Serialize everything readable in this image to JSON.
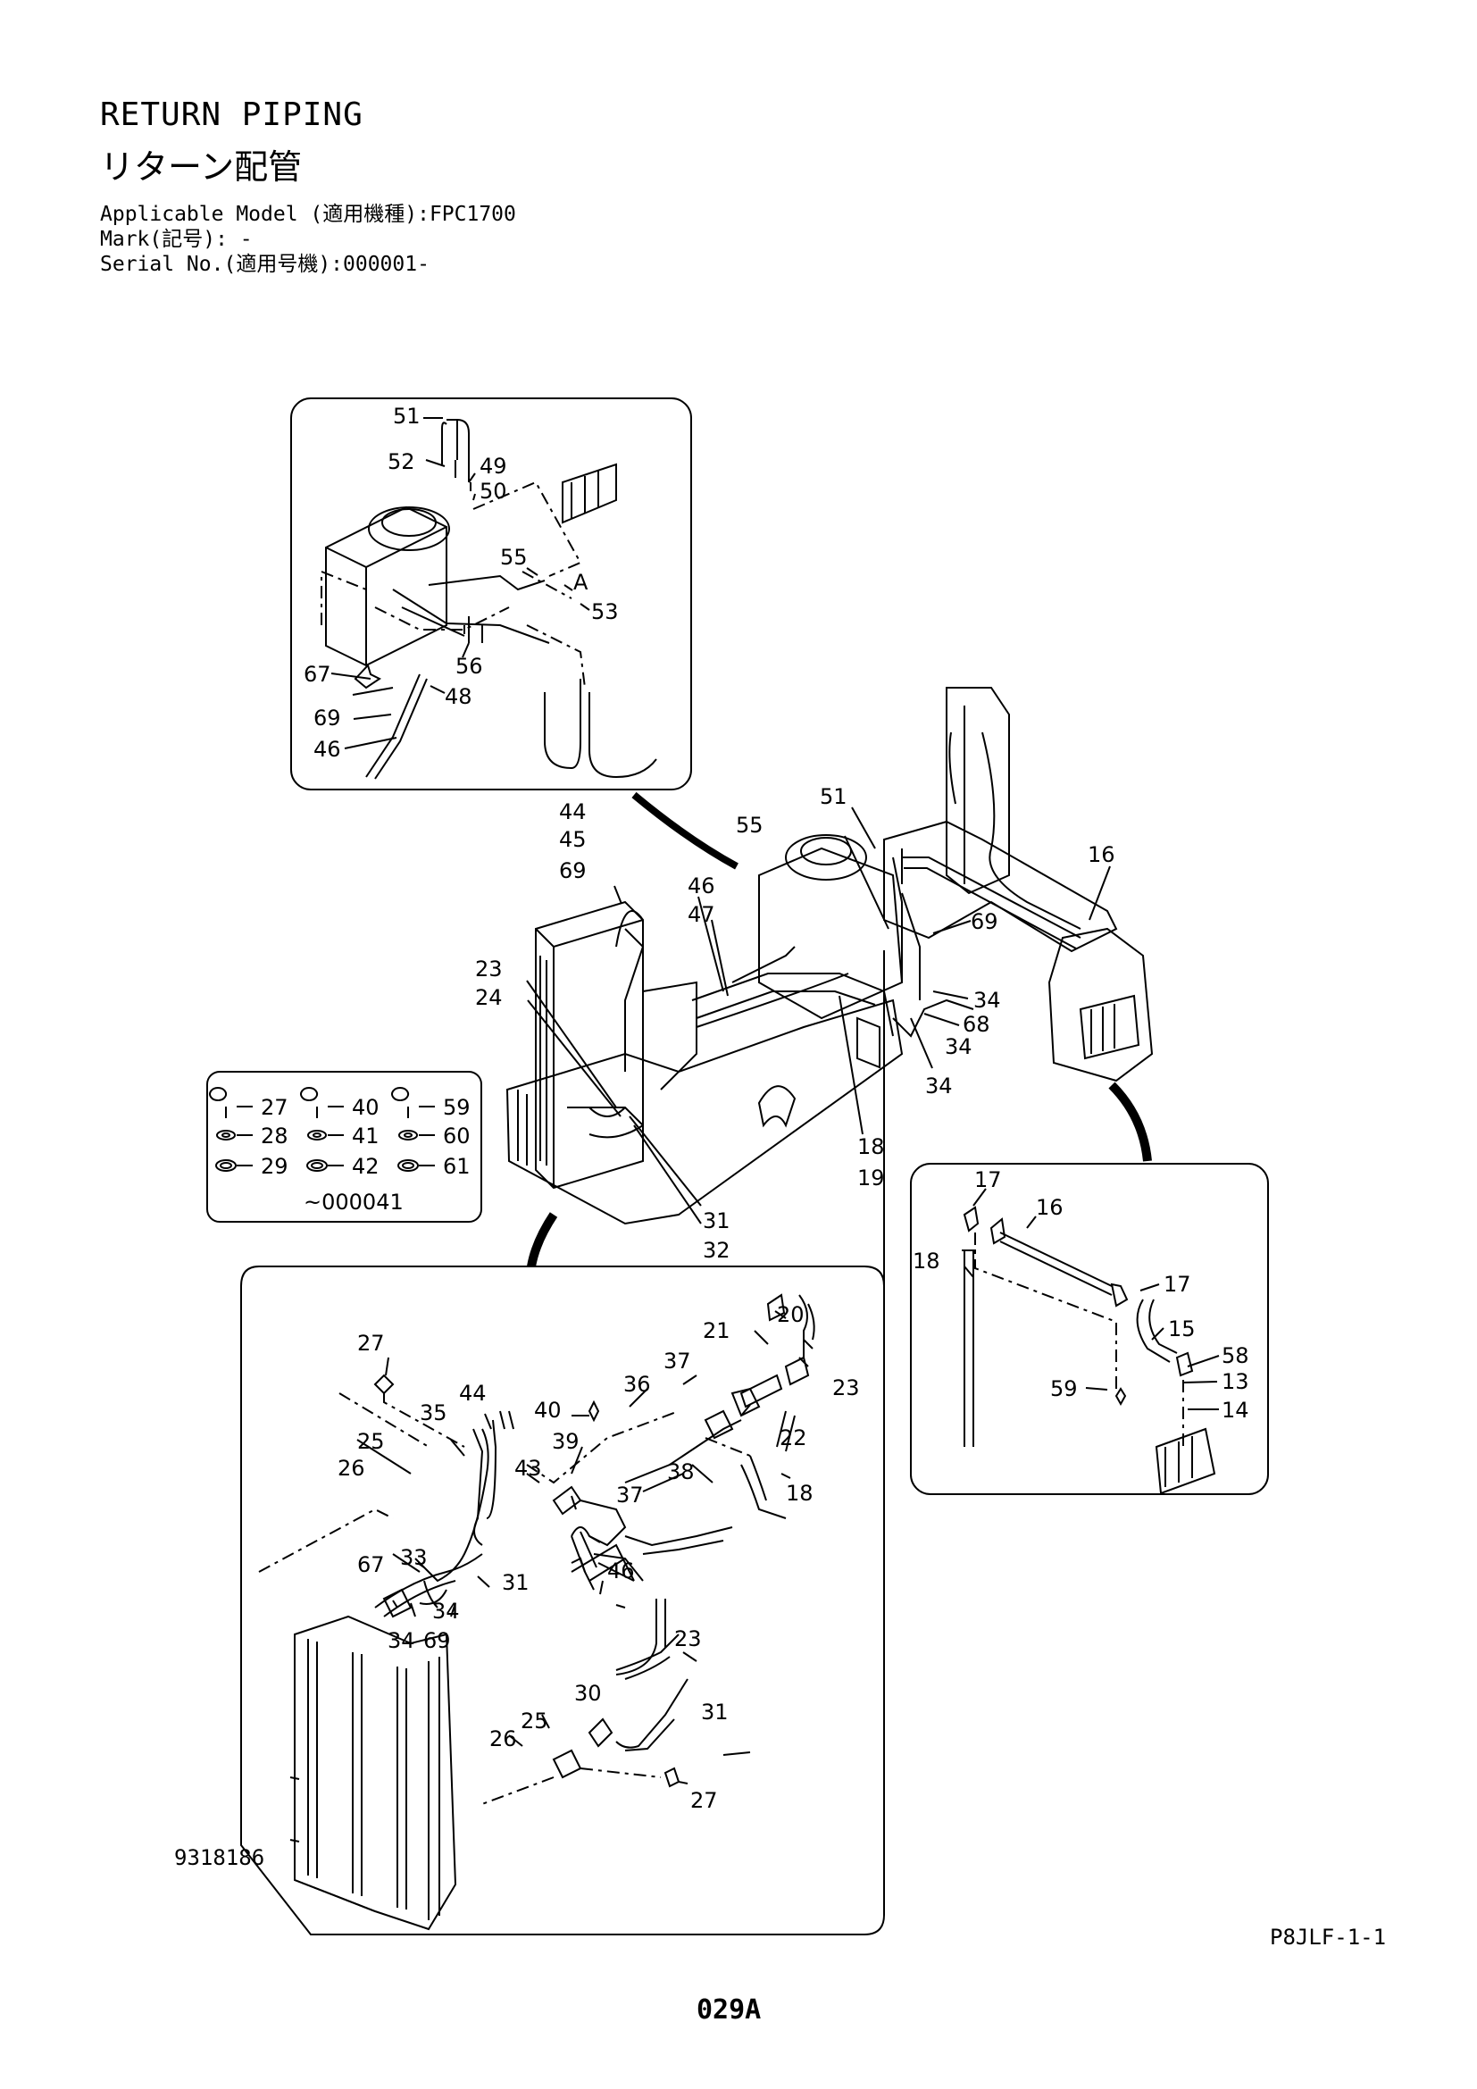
{
  "header": {
    "title_en": "RETURN PIPING",
    "title_jp": "リターン配管",
    "applicable_model": "Applicable Model (適用機種):FPC1700",
    "mark": "Mark(記号): -",
    "serial": "Serial No.(適用号機):000001-"
  },
  "legend": {
    "rows": [
      [
        "27",
        "40",
        "59"
      ],
      [
        "28",
        "41",
        "60"
      ],
      [
        "29",
        "42",
        "61"
      ]
    ],
    "serial": "~000041"
  },
  "callouts": {
    "top_inset": [
      "51",
      "52",
      "49",
      "50",
      "55",
      "A",
      "53",
      "67",
      "56",
      "48",
      "69",
      "46"
    ],
    "main": [
      "44",
      "45",
      "69",
      "51",
      "55",
      "46",
      "47",
      "16",
      "69",
      "23",
      "24",
      "34",
      "68",
      "34",
      "34",
      "18",
      "19",
      "31",
      "32"
    ],
    "right_inset": [
      "17",
      "16",
      "18",
      "17",
      "15",
      "58",
      "13",
      "59",
      "14"
    ],
    "bottom_inset": [
      "20",
      "21",
      "27",
      "37",
      "23",
      "36",
      "44",
      "35",
      "40",
      "22",
      "25",
      "39",
      "26",
      "43",
      "38",
      "18",
      "37",
      "46",
      "33",
      "67",
      "31",
      "34",
      "34",
      "69",
      "23",
      "30",
      "31",
      "25",
      "26",
      "27"
    ]
  },
  "footer": {
    "drawing_no": "9318186",
    "code": "P8JLF-1-1",
    "page": "029A"
  }
}
